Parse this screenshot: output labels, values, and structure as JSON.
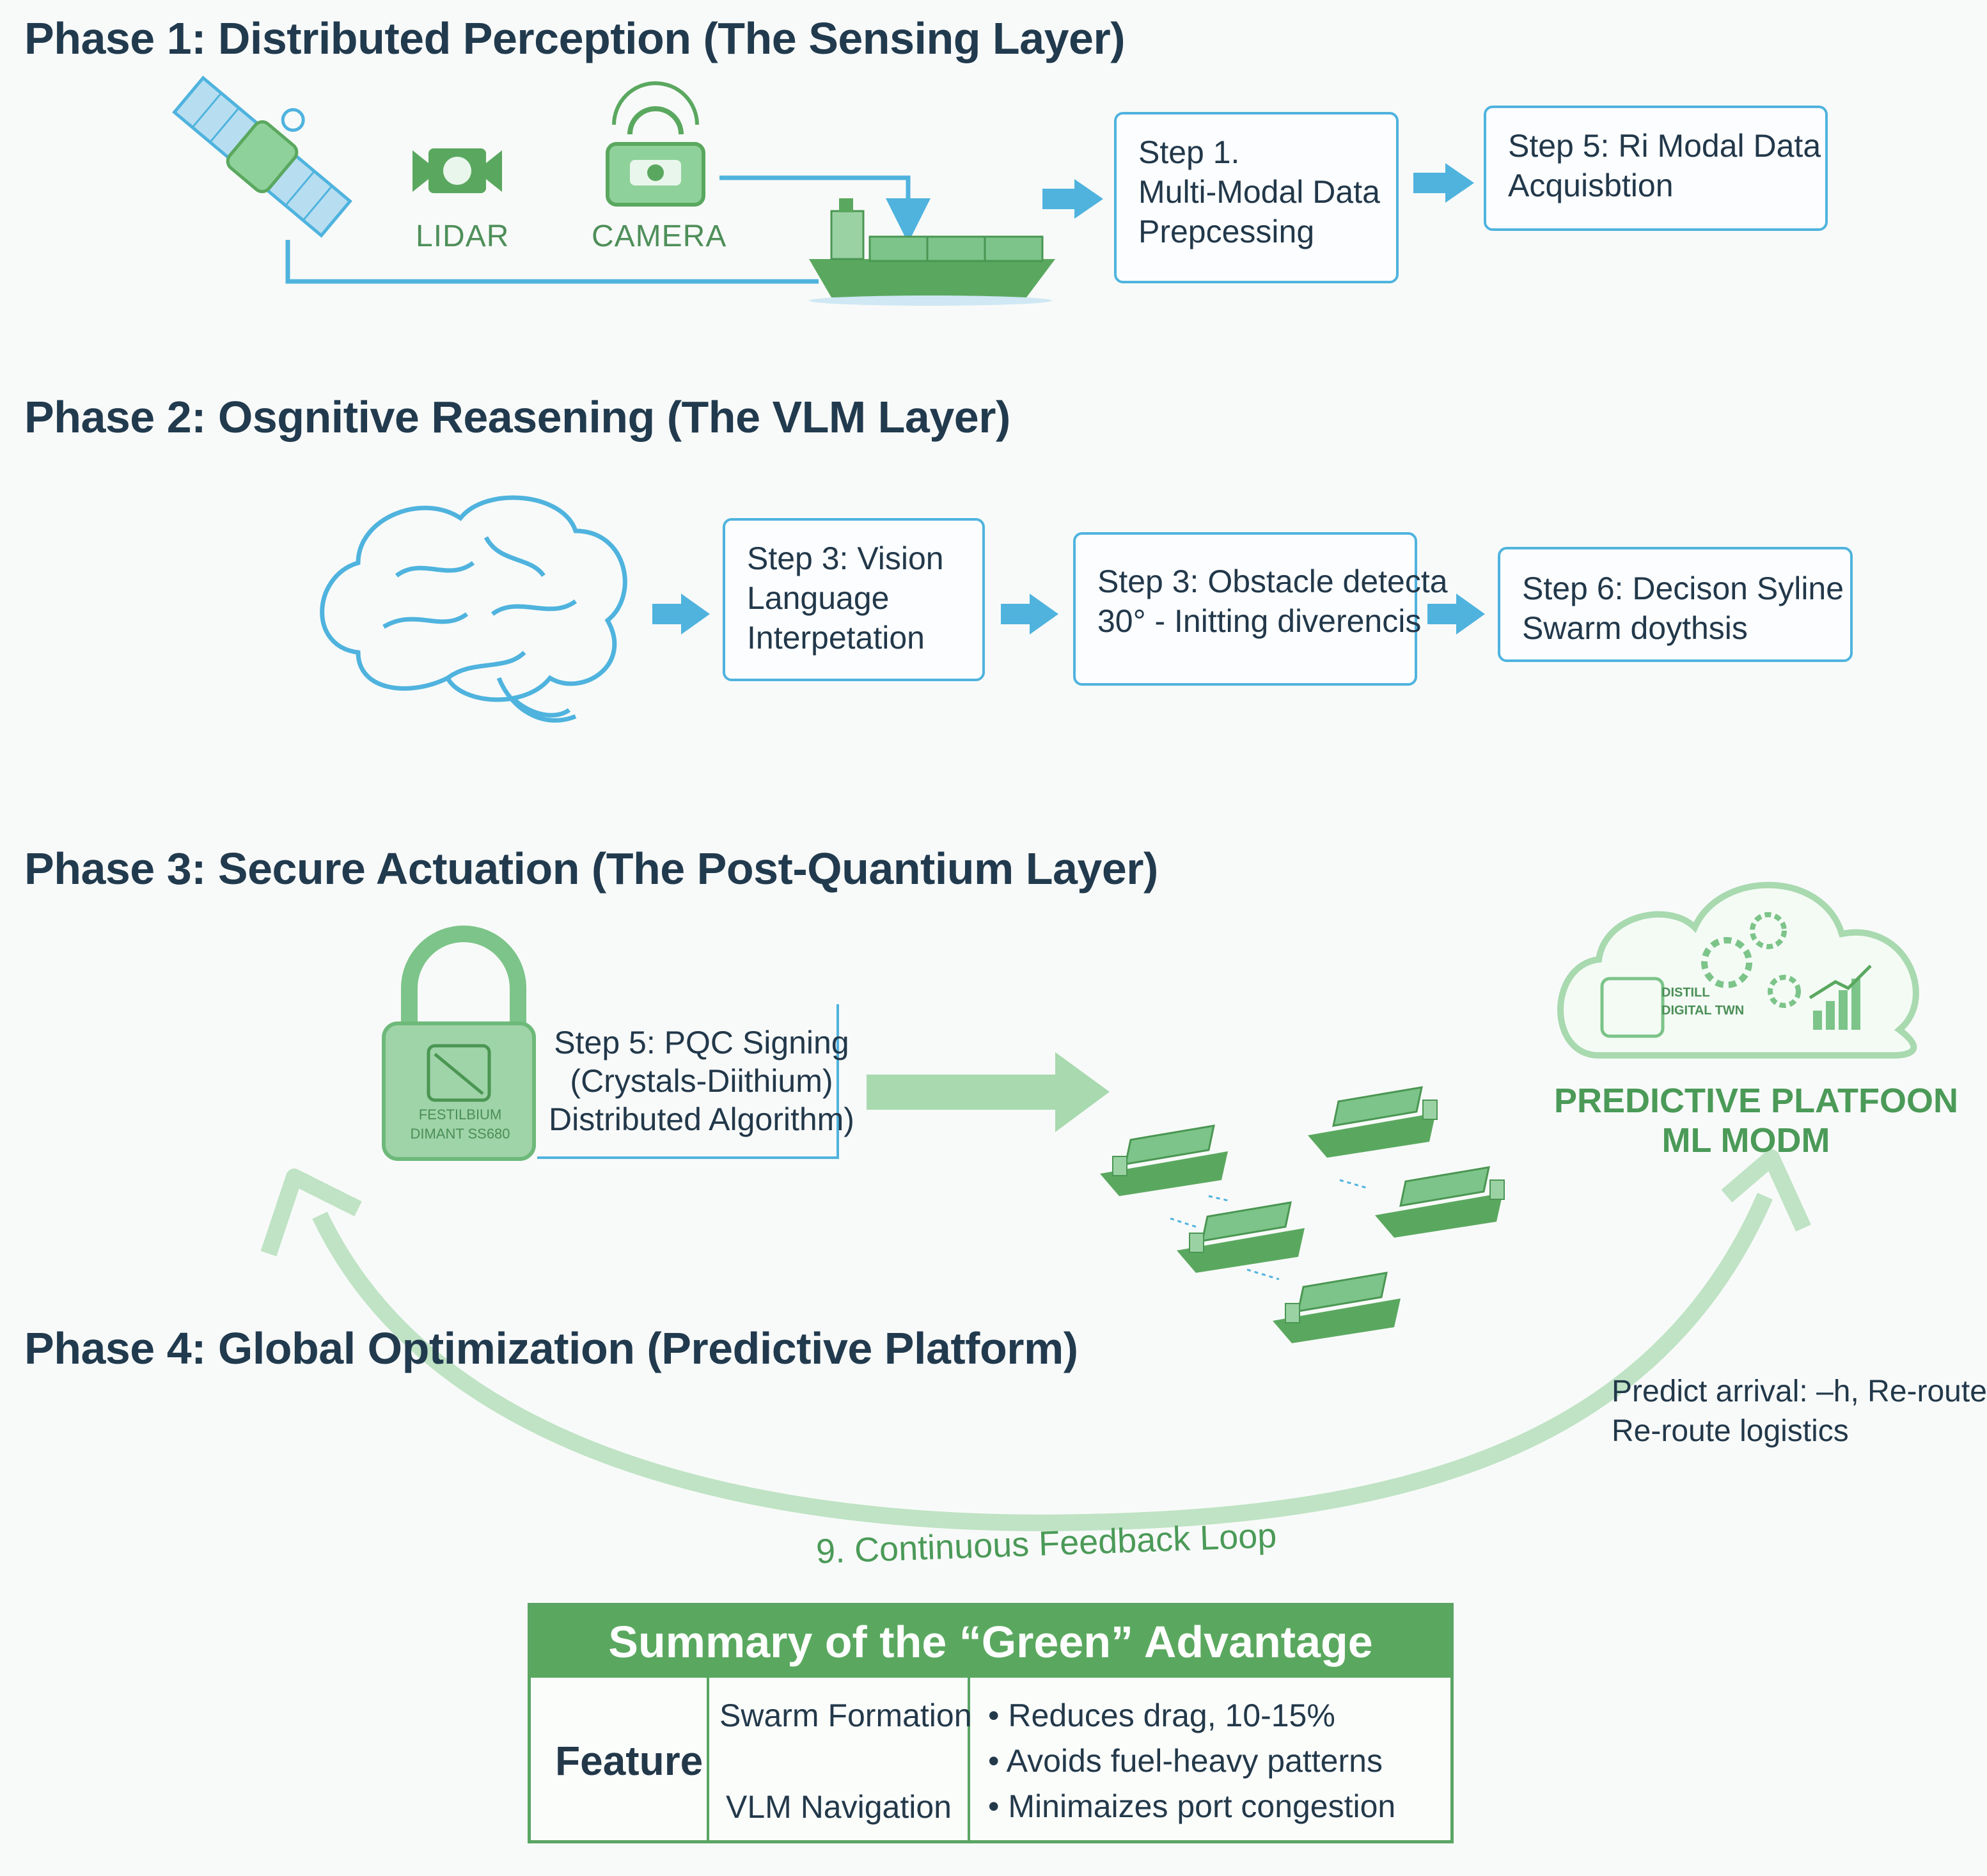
{
  "phase1": {
    "title": "Phase 1: Distributed Perception (The Sensing Layer)",
    "lidar_label": "LIDAR",
    "camera_label": "CAMERA",
    "step1": [
      "Step 1.",
      "Multi-Modal Data",
      "Prepcessing"
    ],
    "step2": [
      "Step 5: Ri Modal Data",
      "Acquisbtion"
    ]
  },
  "phase2": {
    "title": "Phase 2: Osgnitive Reasening (The VLM Layer)",
    "step3": [
      "Step 3: Vision",
      "Language",
      "Interpetation"
    ],
    "step4": [
      "Step 3: Obstacle detecta",
      "30° - Initting diverencis"
    ],
    "step5": [
      "Step 6: Decison Syline",
      "Swarm doythsis"
    ]
  },
  "phase3": {
    "title": "Phase 3: Secure Actuation (The Post-Quantium Layer)",
    "pqc": [
      "Step 5: PQC Signing",
      "(Crystals-Diithium)",
      "Distributed Algorithm)"
    ],
    "lock_text": [
      "FESTILBIUM",
      "DIMANT SS680"
    ],
    "platform_label": [
      "PREDICTIVE PLATFOON",
      "ML MODM"
    ],
    "cloud_text": [
      "DISTILL",
      "DIGITAL TWN"
    ]
  },
  "phase4": {
    "title": "Phase 4: Global Optimization (Predictive Platform)",
    "predict_text": [
      "Predict arrival: –h, Re-route",
      "Re-route logistics"
    ],
    "feedback_label": "9. Continuous Feedback Loop"
  },
  "summary": {
    "title": "Summary of the “Green” Advantage",
    "row_label": "Feature",
    "features": [
      "Swarm Formation",
      "VLM Navigation"
    ],
    "benefits": [
      "•  Reduces drag, 10-15%",
      "•  Avoids fuel-heavy patterns",
      "•  Minimaizes port congestion"
    ]
  },
  "colors": {
    "blue": "#4fb3de",
    "green": "#5aa85f",
    "dark": "#213a4e"
  }
}
